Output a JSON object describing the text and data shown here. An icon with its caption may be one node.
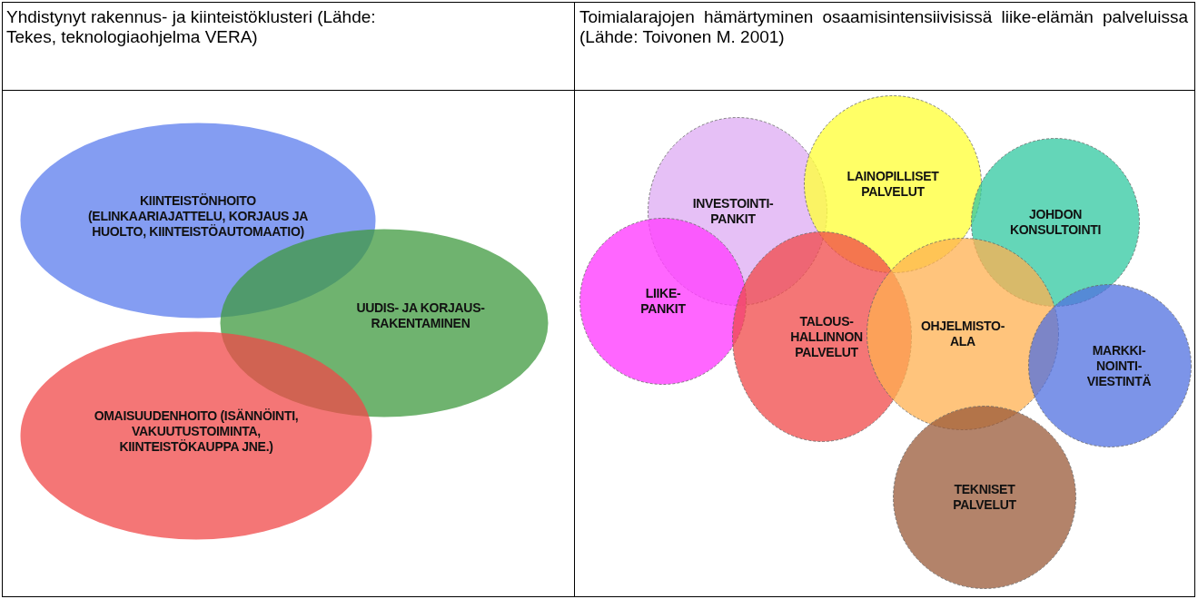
{
  "diagram": {
    "nodes": [
      {
        "text": [
          "KIINTEISTÖNHOITO (ELINKAARIAJATTELU, KORJAUS JA HUOLTO, KIINTEISTÖAUTOMAATIO)"
        ]
      },
      {
        "text": [
          "UUDIS- JA KORJAUS- RAKENTAMINEN"
        ]
      },
      {
        "text": [
          "OMAISUUDENHOITO (ISÄNNÖINTI, VAKUUTUSTOIMINTA, KIINTEISTÖKAUPPA JNE.)"
        ]
      },
      {
        "text": [
          "INVESTOINTI- PANKIT"
        ]
      },
      {
        "text": [
          "LAINOPILLISET PALVELUT"
        ]
      },
      {
        "text": [
          "JOHDON KONSULTOINTI"
        ]
      },
      {
        "text": [
          "LIIKE- PANKIT"
        ]
      },
      {
        "text": [
          "TALOUS- HALLINNON PALVELUT"
        ]
      },
      {
        "text": [
          "OHJELMISTO- ALA"
        ]
      },
      {
        "text": [
          "MARKKI- NOINTI- VIESTINTÄ"
        ]
      },
      {
        "text": [
          "TEKNISET PALVELUT"
        ]
      }
    ],
    "labels": [
      "Yhdistynyt rakennus- ja kiinteistöklusteri (Lähde: Tekes, teknologiaohjelma VERA)",
      "Toimialarajojen hämärtyminen osaamisintensiivisissä liike-elämän palveluissa (Lähde: Toivonen M. 2001)"
    ]
  }
}
